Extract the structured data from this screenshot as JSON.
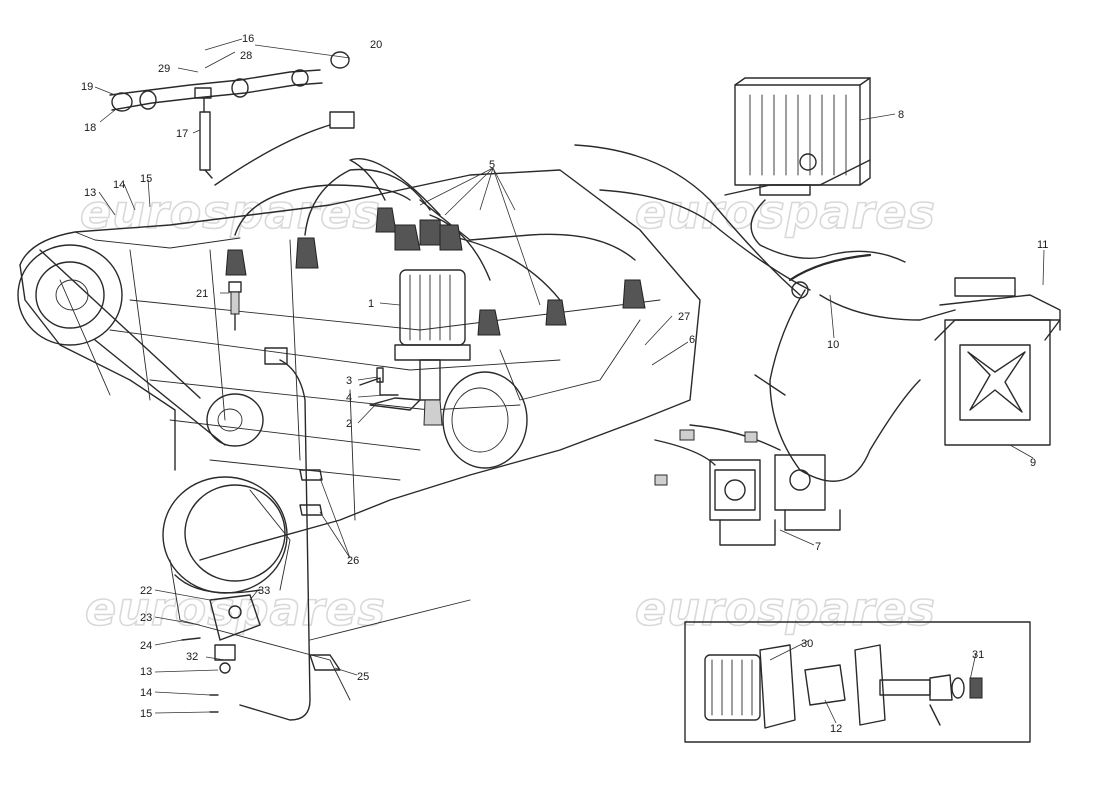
{
  "diagram": {
    "watermark": "eurospares",
    "callouts": [
      {
        "id": "c1",
        "label": "1"
      },
      {
        "id": "c2",
        "label": "2"
      },
      {
        "id": "c3",
        "label": "3"
      },
      {
        "id": "c4",
        "label": "4"
      },
      {
        "id": "c5",
        "label": "5"
      },
      {
        "id": "c6",
        "label": "6"
      },
      {
        "id": "c7",
        "label": "7"
      },
      {
        "id": "c8",
        "label": "8"
      },
      {
        "id": "c9",
        "label": "9"
      },
      {
        "id": "c10",
        "label": "10"
      },
      {
        "id": "c11",
        "label": "11"
      },
      {
        "id": "c12",
        "label": "12"
      },
      {
        "id": "c13a",
        "label": "13"
      },
      {
        "id": "c13b",
        "label": "13"
      },
      {
        "id": "c14a",
        "label": "14"
      },
      {
        "id": "c14b",
        "label": "14"
      },
      {
        "id": "c15a",
        "label": "15"
      },
      {
        "id": "c15b",
        "label": "15"
      },
      {
        "id": "c16",
        "label": "16"
      },
      {
        "id": "c17",
        "label": "17"
      },
      {
        "id": "c18",
        "label": "18"
      },
      {
        "id": "c19",
        "label": "19"
      },
      {
        "id": "c20",
        "label": "20"
      },
      {
        "id": "c21",
        "label": "21"
      },
      {
        "id": "c22",
        "label": "22"
      },
      {
        "id": "c23",
        "label": "23"
      },
      {
        "id": "c24",
        "label": "24"
      },
      {
        "id": "c25",
        "label": "25"
      },
      {
        "id": "c26",
        "label": "26"
      },
      {
        "id": "c27",
        "label": "27"
      },
      {
        "id": "c28",
        "label": "28"
      },
      {
        "id": "c29",
        "label": "29"
      },
      {
        "id": "c30",
        "label": "30"
      },
      {
        "id": "c31",
        "label": "31"
      },
      {
        "id": "c32",
        "label": "32"
      },
      {
        "id": "c33",
        "label": "33"
      }
    ]
  }
}
